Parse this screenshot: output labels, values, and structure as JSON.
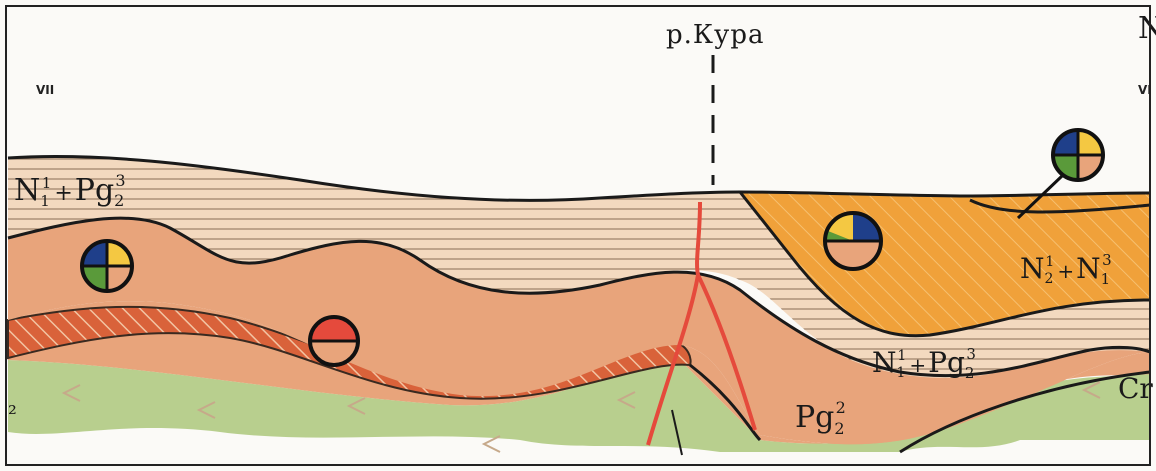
{
  "section": {
    "river_label": "р.Кура",
    "profile_mark_left": "VII",
    "profile_mark_right": "VI",
    "edge_letter_top_right": "N",
    "edge_letter_left": "₂",
    "edge_label_right": "Cr"
  },
  "units": {
    "upper_left": {
      "base": "N",
      "sub1": "1",
      "sup1": "1",
      "plus": "+",
      "base2": "Pg",
      "sub2": "2",
      "sup2": "3"
    },
    "upper_right": {
      "base": "N",
      "sub1": "1",
      "sup1": "1",
      "plus": "+",
      "base2": "Pg",
      "sub2": "2",
      "sup2": "3"
    },
    "middle": {
      "base": "Pg",
      "sub": "2",
      "sup": "2"
    },
    "trough": {
      "base": "N",
      "sub1": "2",
      "sup1": "1",
      "plus": "+",
      "base2": "N",
      "sub2": "1",
      "sup2": "3"
    }
  },
  "colors": {
    "frame": "#222222",
    "sky": "#fbfaf7",
    "striped_layer": "#f3d9bf",
    "stripe_line": "#8a6d55",
    "salmon_layer": "#e8a47b",
    "hatched_band": "#d9623a",
    "green_layer": "#b8cf8e",
    "orange_trough": "#f0a13a",
    "fault_red": "#e54a3c",
    "symbol_blue": "#1f3f8a",
    "symbol_yellow": "#f4c842",
    "symbol_green": "#5a9a3a",
    "symbol_salmon": "#e8a47b"
  }
}
